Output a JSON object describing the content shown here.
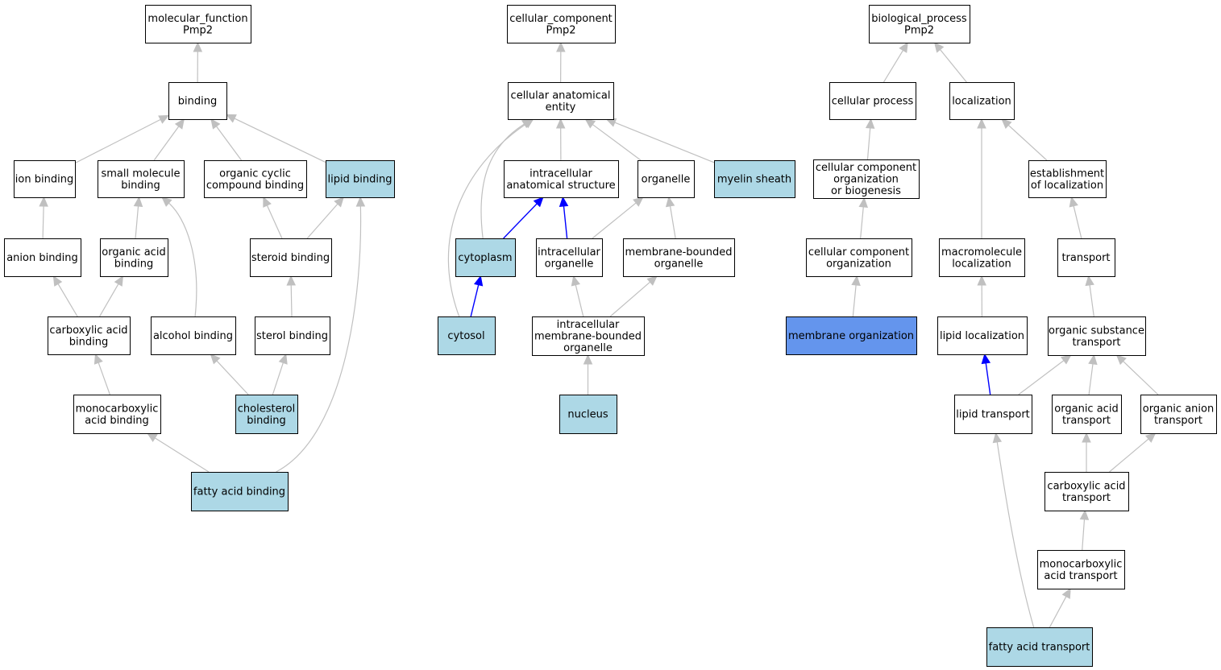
{
  "colors": {
    "node_default": "#ffffff",
    "node_light": "#add8e6",
    "node_dark": "#6495ed",
    "edge_gray": "#c0c0c0",
    "edge_blue": "#0000ff",
    "border": "#000000"
  },
  "nodes": [
    {
      "id": "mf",
      "lines": [
        "molecular_function",
        "Pmp2"
      ],
      "fill": "default"
    },
    {
      "id": "binding",
      "lines": [
        "binding"
      ],
      "fill": "default"
    },
    {
      "id": "ion_binding",
      "lines": [
        "ion binding"
      ],
      "fill": "default"
    },
    {
      "id": "small_molecule_binding",
      "lines": [
        "small molecule",
        "binding"
      ],
      "fill": "default"
    },
    {
      "id": "organic_cyclic",
      "lines": [
        "organic cyclic",
        "compound binding"
      ],
      "fill": "default"
    },
    {
      "id": "lipid_binding",
      "lines": [
        "lipid binding"
      ],
      "fill": "light"
    },
    {
      "id": "anion_binding",
      "lines": [
        "anion binding"
      ],
      "fill": "default"
    },
    {
      "id": "organic_acid_binding",
      "lines": [
        "organic acid",
        "binding"
      ],
      "fill": "default"
    },
    {
      "id": "steroid_binding",
      "lines": [
        "steroid binding"
      ],
      "fill": "default"
    },
    {
      "id": "carboxylic_acid_binding",
      "lines": [
        "carboxylic acid",
        "binding"
      ],
      "fill": "default"
    },
    {
      "id": "alcohol_binding",
      "lines": [
        "alcohol binding"
      ],
      "fill": "default"
    },
    {
      "id": "sterol_binding",
      "lines": [
        "sterol binding"
      ],
      "fill": "default"
    },
    {
      "id": "monocarboxylic_acid_binding",
      "lines": [
        "monocarboxylic",
        "acid binding"
      ],
      "fill": "default"
    },
    {
      "id": "cholesterol_binding",
      "lines": [
        "cholesterol",
        "binding"
      ],
      "fill": "light"
    },
    {
      "id": "fatty_acid_binding",
      "lines": [
        "fatty acid binding"
      ],
      "fill": "light"
    },
    {
      "id": "cc",
      "lines": [
        "cellular_component",
        "Pmp2"
      ],
      "fill": "default"
    },
    {
      "id": "cae",
      "lines": [
        "cellular anatomical",
        "entity"
      ],
      "fill": "default"
    },
    {
      "id": "ias",
      "lines": [
        "intracellular",
        "anatomical structure"
      ],
      "fill": "default"
    },
    {
      "id": "organelle",
      "lines": [
        "organelle"
      ],
      "fill": "default"
    },
    {
      "id": "myelin",
      "lines": [
        "myelin sheath"
      ],
      "fill": "light"
    },
    {
      "id": "cytoplasm",
      "lines": [
        "cytoplasm"
      ],
      "fill": "light"
    },
    {
      "id": "intracellular_organelle",
      "lines": [
        "intracellular",
        "organelle"
      ],
      "fill": "default"
    },
    {
      "id": "mbo",
      "lines": [
        "membrane-bounded",
        "organelle"
      ],
      "fill": "default"
    },
    {
      "id": "cytosol",
      "lines": [
        "cytosol"
      ],
      "fill": "light"
    },
    {
      "id": "imbo",
      "lines": [
        "intracellular",
        "membrane-bounded",
        "organelle"
      ],
      "fill": "default"
    },
    {
      "id": "nucleus",
      "lines": [
        "nucleus"
      ],
      "fill": "light"
    },
    {
      "id": "bp",
      "lines": [
        "biological_process",
        "Pmp2"
      ],
      "fill": "default"
    },
    {
      "id": "cellular_process",
      "lines": [
        "cellular process"
      ],
      "fill": "default"
    },
    {
      "id": "localization",
      "lines": [
        "localization"
      ],
      "fill": "default"
    },
    {
      "id": "ccob",
      "lines": [
        "cellular component",
        "organization",
        "or biogenesis"
      ],
      "fill": "default"
    },
    {
      "id": "establishment",
      "lines": [
        "establishment",
        "of localization"
      ],
      "fill": "default"
    },
    {
      "id": "cco",
      "lines": [
        "cellular component",
        "organization"
      ],
      "fill": "default"
    },
    {
      "id": "macromolecule_localization",
      "lines": [
        "macromolecule",
        "localization"
      ],
      "fill": "default"
    },
    {
      "id": "transport",
      "lines": [
        "transport"
      ],
      "fill": "default"
    },
    {
      "id": "membrane_organization",
      "lines": [
        "membrane organization"
      ],
      "fill": "dark"
    },
    {
      "id": "lipid_localization",
      "lines": [
        "lipid localization"
      ],
      "fill": "default"
    },
    {
      "id": "organic_substance_transport",
      "lines": [
        "organic substance",
        "transport"
      ],
      "fill": "default"
    },
    {
      "id": "lipid_transport",
      "lines": [
        "lipid transport"
      ],
      "fill": "default"
    },
    {
      "id": "organic_acid_transport",
      "lines": [
        "organic acid",
        "transport"
      ],
      "fill": "default"
    },
    {
      "id": "organic_anion_transport",
      "lines": [
        "organic anion",
        "transport"
      ],
      "fill": "default"
    },
    {
      "id": "carboxylic_acid_transport",
      "lines": [
        "carboxylic acid",
        "transport"
      ],
      "fill": "default"
    },
    {
      "id": "monocarboxylic_acid_transport",
      "lines": [
        "monocarboxylic",
        "acid transport"
      ],
      "fill": "default"
    },
    {
      "id": "fatty_acid_transport",
      "lines": [
        "fatty acid transport"
      ],
      "fill": "light"
    }
  ],
  "edges": [
    {
      "from": "binding",
      "to": "mf",
      "color": "gray"
    },
    {
      "from": "ion_binding",
      "to": "binding",
      "color": "gray"
    },
    {
      "from": "small_molecule_binding",
      "to": "binding",
      "color": "gray"
    },
    {
      "from": "organic_cyclic",
      "to": "binding",
      "color": "gray"
    },
    {
      "from": "lipid_binding",
      "to": "binding",
      "color": "gray"
    },
    {
      "from": "anion_binding",
      "to": "ion_binding",
      "color": "gray"
    },
    {
      "from": "organic_acid_binding",
      "to": "small_molecule_binding",
      "color": "gray"
    },
    {
      "from": "steroid_binding",
      "to": "organic_cyclic",
      "color": "gray"
    },
    {
      "from": "steroid_binding",
      "to": "lipid_binding",
      "color": "gray"
    },
    {
      "from": "carboxylic_acid_binding",
      "to": "anion_binding",
      "color": "gray"
    },
    {
      "from": "carboxylic_acid_binding",
      "to": "organic_acid_binding",
      "color": "gray"
    },
    {
      "from": "alcohol_binding",
      "to": "small_molecule_binding",
      "color": "gray"
    },
    {
      "from": "sterol_binding",
      "to": "steroid_binding",
      "color": "gray"
    },
    {
      "from": "monocarboxylic_acid_binding",
      "to": "carboxylic_acid_binding",
      "color": "gray"
    },
    {
      "from": "cholesterol_binding",
      "to": "alcohol_binding",
      "color": "gray"
    },
    {
      "from": "cholesterol_binding",
      "to": "sterol_binding",
      "color": "gray"
    },
    {
      "from": "fatty_acid_binding",
      "to": "monocarboxylic_acid_binding",
      "color": "gray"
    },
    {
      "from": "fatty_acid_binding",
      "to": "lipid_binding",
      "color": "gray"
    },
    {
      "from": "cae",
      "to": "cc",
      "color": "gray"
    },
    {
      "from": "ias",
      "to": "cae",
      "color": "gray"
    },
    {
      "from": "organelle",
      "to": "cae",
      "color": "gray"
    },
    {
      "from": "myelin",
      "to": "cae",
      "color": "gray"
    },
    {
      "from": "cytoplasm",
      "to": "cae",
      "color": "gray"
    },
    {
      "from": "cytosol",
      "to": "cae",
      "color": "gray"
    },
    {
      "from": "cytoplasm",
      "to": "ias",
      "color": "blue"
    },
    {
      "from": "intracellular_organelle",
      "to": "ias",
      "color": "blue"
    },
    {
      "from": "intracellular_organelle",
      "to": "organelle",
      "color": "gray"
    },
    {
      "from": "mbo",
      "to": "organelle",
      "color": "gray"
    },
    {
      "from": "cytosol",
      "to": "cytoplasm",
      "color": "blue"
    },
    {
      "from": "imbo",
      "to": "intracellular_organelle",
      "color": "gray"
    },
    {
      "from": "imbo",
      "to": "mbo",
      "color": "gray"
    },
    {
      "from": "nucleus",
      "to": "imbo",
      "color": "gray"
    },
    {
      "from": "cellular_process",
      "to": "bp",
      "color": "gray"
    },
    {
      "from": "localization",
      "to": "bp",
      "color": "gray"
    },
    {
      "from": "ccob",
      "to": "cellular_process",
      "color": "gray"
    },
    {
      "from": "establishment",
      "to": "localization",
      "color": "gray"
    },
    {
      "from": "macromolecule_localization",
      "to": "localization",
      "color": "gray"
    },
    {
      "from": "cco",
      "to": "ccob",
      "color": "gray"
    },
    {
      "from": "transport",
      "to": "establishment",
      "color": "gray"
    },
    {
      "from": "membrane_organization",
      "to": "cco",
      "color": "gray"
    },
    {
      "from": "lipid_localization",
      "to": "macromolecule_localization",
      "color": "gray"
    },
    {
      "from": "organic_substance_transport",
      "to": "transport",
      "color": "gray"
    },
    {
      "from": "lipid_transport",
      "to": "lipid_localization",
      "color": "blue"
    },
    {
      "from": "lipid_transport",
      "to": "organic_substance_transport",
      "color": "gray"
    },
    {
      "from": "organic_acid_transport",
      "to": "organic_substance_transport",
      "color": "gray"
    },
    {
      "from": "organic_anion_transport",
      "to": "organic_substance_transport",
      "color": "gray"
    },
    {
      "from": "carboxylic_acid_transport",
      "to": "organic_acid_transport",
      "color": "gray"
    },
    {
      "from": "carboxylic_acid_transport",
      "to": "organic_anion_transport",
      "color": "gray"
    },
    {
      "from": "monocarboxylic_acid_transport",
      "to": "carboxylic_acid_transport",
      "color": "gray"
    },
    {
      "from": "fatty_acid_transport",
      "to": "monocarboxylic_acid_transport",
      "color": "gray"
    },
    {
      "from": "fatty_acid_transport",
      "to": "lipid_transport",
      "color": "gray"
    }
  ]
}
